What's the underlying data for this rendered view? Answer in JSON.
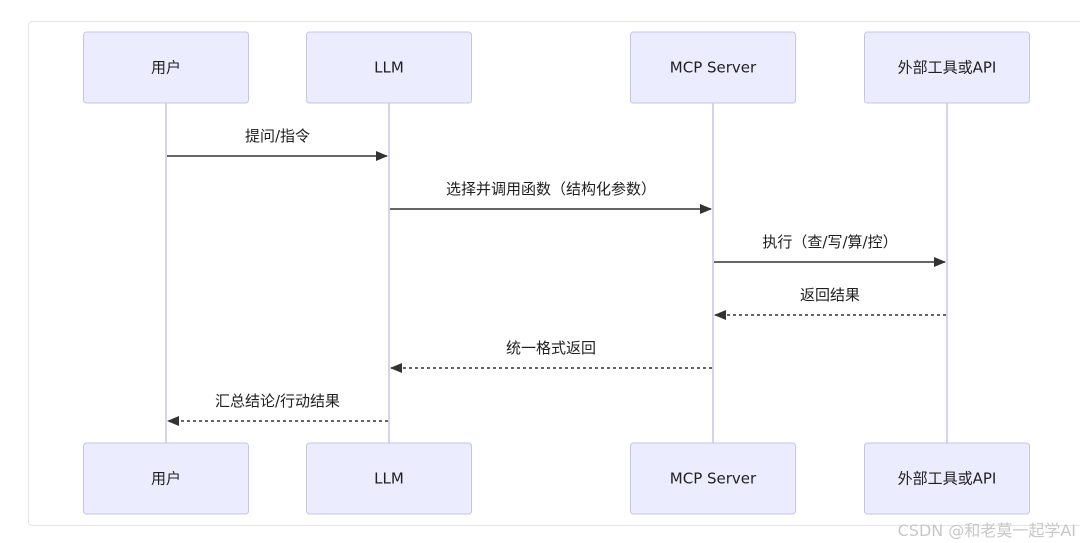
{
  "diagram": {
    "type": "sequence",
    "participants": [
      {
        "id": "user",
        "label": "用户"
      },
      {
        "id": "llm",
        "label": "LLM"
      },
      {
        "id": "mcp",
        "label": "MCP Server"
      },
      {
        "id": "ext",
        "label": "外部工具或API"
      }
    ],
    "messages": [
      {
        "from": "user",
        "to": "llm",
        "label": "提问/指令",
        "style": "solid"
      },
      {
        "from": "llm",
        "to": "mcp",
        "label": "选择并调用函数（结构化参数）",
        "style": "solid"
      },
      {
        "from": "mcp",
        "to": "ext",
        "label": "执行（查/写/算/控）",
        "style": "solid"
      },
      {
        "from": "ext",
        "to": "mcp",
        "label": "返回结果",
        "style": "dashed"
      },
      {
        "from": "mcp",
        "to": "llm",
        "label": "统一格式返回",
        "style": "dashed"
      },
      {
        "from": "llm",
        "to": "user",
        "label": "汇总结论/行动结果",
        "style": "dashed"
      }
    ]
  },
  "colors": {
    "actor_fill": "#ececff",
    "actor_stroke": "#c5c5ec",
    "lifeline": "#d5d3f5",
    "arrow": "#333333"
  },
  "watermark": "CSDN @和老莫一起学AI"
}
